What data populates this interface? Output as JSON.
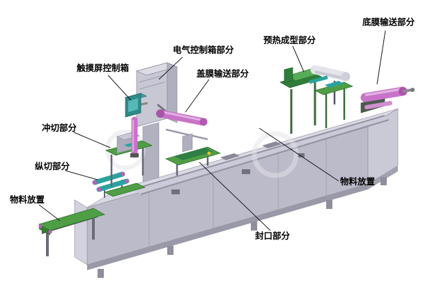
{
  "figure": {
    "type": "isometric-machine-callout-diagram",
    "background": "#ffffff"
  },
  "labels": [
    {
      "id": "bottom-film-feed",
      "text": "底膜输送部分"
    },
    {
      "id": "preheat-forming",
      "text": "预热成型部分"
    },
    {
      "id": "electrical-box",
      "text": "电气控制箱部分"
    },
    {
      "id": "touchscreen-box",
      "text": "触摸屏控制箱"
    },
    {
      "id": "cover-film-feed",
      "text": "盖膜输送部分"
    },
    {
      "id": "punching",
      "text": "冲切部分"
    },
    {
      "id": "slitting",
      "text": "纵切部分"
    },
    {
      "id": "material-left",
      "text": "物料放置"
    },
    {
      "id": "sealing",
      "text": "封口部分"
    },
    {
      "id": "material-right",
      "text": "物料放置"
    }
  ],
  "colors": {
    "machine_body": "#bcbbca",
    "machine_top": "#d9d8e3",
    "accent_green": "#4f9e45",
    "accent_teal": "#2aa39f",
    "accent_pink": "#c873c8",
    "leader_line": "#1a1a1a"
  }
}
